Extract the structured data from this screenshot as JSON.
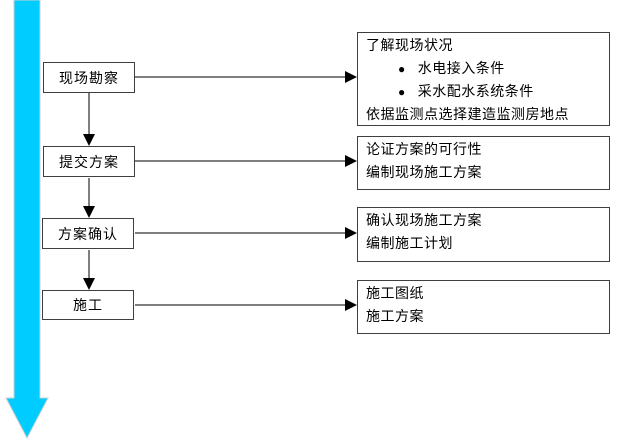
{
  "glyphs": {
    "bullet": "●"
  },
  "colors": {
    "big_arrow_fill": "#00CCFF",
    "big_arrow_outline": "#CFCFCF",
    "connector_line": "#7F7F7F",
    "arrowhead": "#000000",
    "box_border": "#3F3F3F",
    "text": "#000000"
  },
  "flow": {
    "steps": [
      {
        "label": "现场勘察"
      },
      {
        "label": "提交方案"
      },
      {
        "label": "方案确认"
      },
      {
        "label": "施工"
      }
    ],
    "details": [
      {
        "lines": [
          {
            "type": "text",
            "text": "了解现场状况"
          },
          {
            "type": "bullet",
            "text": "水电接入条件"
          },
          {
            "type": "bullet",
            "text": "采水配水系统条件"
          },
          {
            "type": "text",
            "text": "依据监测点选择建造监测房地点"
          }
        ]
      },
      {
        "lines": [
          {
            "type": "text",
            "text": "论证方案的可行性"
          },
          {
            "type": "text",
            "text": "编制现场施工方案"
          }
        ]
      },
      {
        "lines": [
          {
            "type": "text",
            "text": "确认现场施工方案"
          },
          {
            "type": "text",
            "text": "编制施工计划"
          }
        ]
      },
      {
        "lines": [
          {
            "type": "text",
            "text": "施工图纸"
          },
          {
            "type": "text",
            "text": "施工方案"
          }
        ]
      }
    ]
  }
}
